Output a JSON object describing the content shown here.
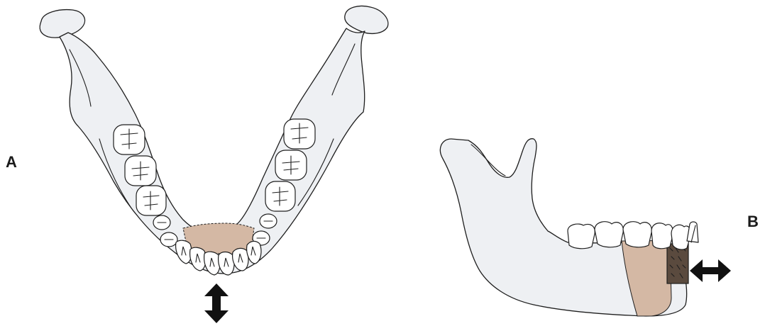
{
  "panels": [
    {
      "label": "A",
      "view": "occlusal",
      "arrow_direction": "vertical"
    },
    {
      "label": "B",
      "view": "lateral",
      "arrow_direction": "horizontal"
    }
  ],
  "colors": {
    "highlight": "#d4b8a4",
    "bone_fill": "#eef0f3",
    "outline": "#1e1e1e",
    "arrow": "#111111"
  }
}
